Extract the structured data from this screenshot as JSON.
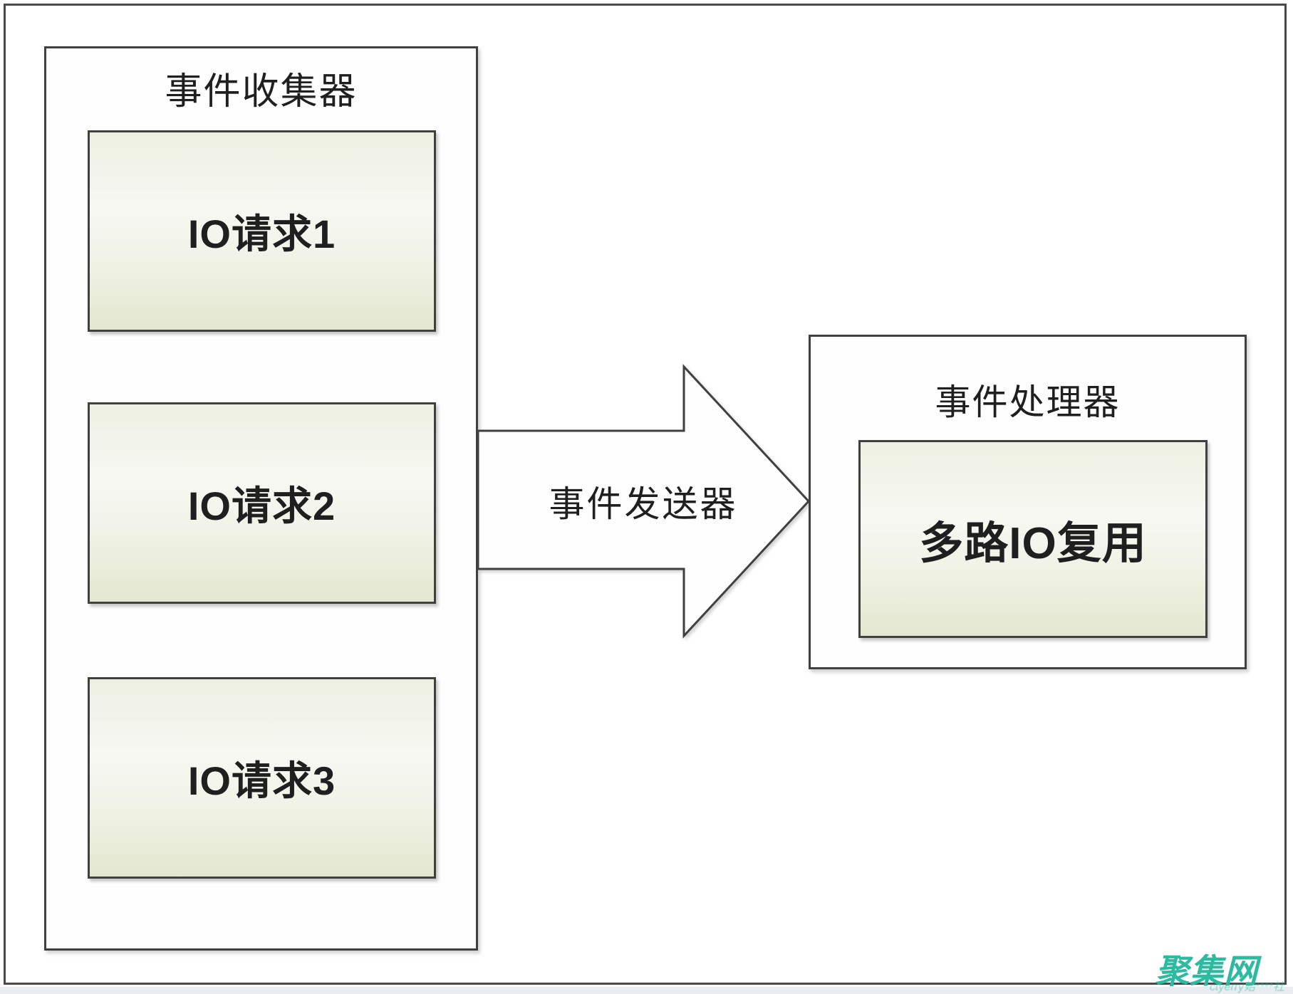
{
  "left": {
    "title": "事件收集器",
    "boxes": [
      {
        "label": "IO请求1"
      },
      {
        "label": "IO请求2"
      },
      {
        "label": "IO请求3"
      }
    ]
  },
  "arrow": {
    "label": "事件发送器"
  },
  "right": {
    "title": "事件处理器",
    "box": {
      "label": "多路IO复用"
    }
  },
  "watermark": {
    "brand": "聚集网",
    "attribution": "ctyerry始****社"
  },
  "colors": {
    "border": "#404042",
    "text": "#1f1f1f",
    "grad_top": "#edf0e2",
    "grad_mid": "#f7f8f2",
    "grad_bottom": "#e3e8cf",
    "watermark": "#2cbaa0",
    "bg": "#ffffff"
  }
}
